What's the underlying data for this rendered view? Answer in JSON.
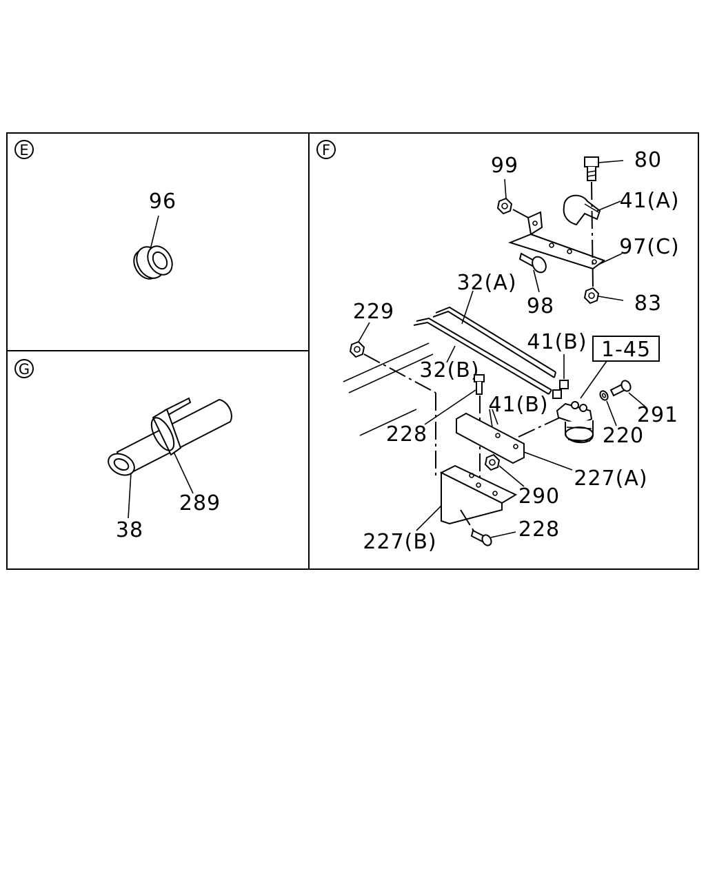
{
  "panels": [
    {
      "id": "E",
      "label": "E"
    },
    {
      "id": "F",
      "label": "F"
    },
    {
      "id": "G",
      "label": "G"
    }
  ],
  "callouts": {
    "p96": "96",
    "p38": "38",
    "p289": "289",
    "p80": "80",
    "p99": "99",
    "p41A": "41(A)",
    "p97C": "97(C)",
    "p98": "98",
    "p83": "83",
    "p32A": "32(A)",
    "p229": "229",
    "p41B_top": "41(B)",
    "p1_45": "1-45",
    "p32B": "32(B)",
    "p41B_mid": "41(B)",
    "p291": "291",
    "p228_top": "228",
    "p220": "220",
    "p227A": "227(A)",
    "p290": "290",
    "p228_bottom": "228",
    "p227B": "227(B)"
  }
}
